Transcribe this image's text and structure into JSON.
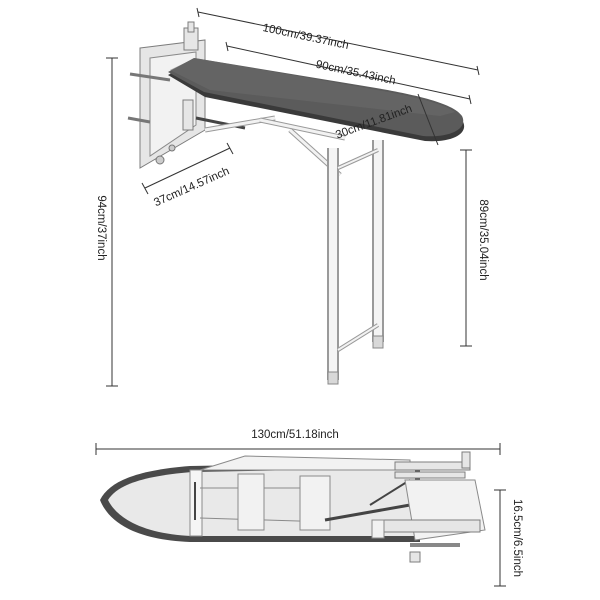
{
  "dimensions": {
    "total_length": "100cm/39.37inch",
    "board_length": "90cm/35.43inch",
    "board_width": "30cm/11.81inch",
    "wall_depth": "37cm/14.57inch",
    "total_height": "94cm/37inch",
    "board_height": "89cm/35.04inch",
    "folded_length": "130cm/51.18inch",
    "folded_thickness": "16.5cm/6.5inch"
  },
  "colors": {
    "board_cover": "#5b5b5b",
    "board_edge": "#3a3a3a",
    "frame": "#f2f2f2",
    "frame_outline": "#8a8a8a",
    "dimension_line": "#333333"
  },
  "icons": {
    "wall_bracket": "wall-mount-bracket-icon",
    "ironing_board": "ironing-board-icon",
    "folded_board": "folded-ironing-board-icon"
  }
}
